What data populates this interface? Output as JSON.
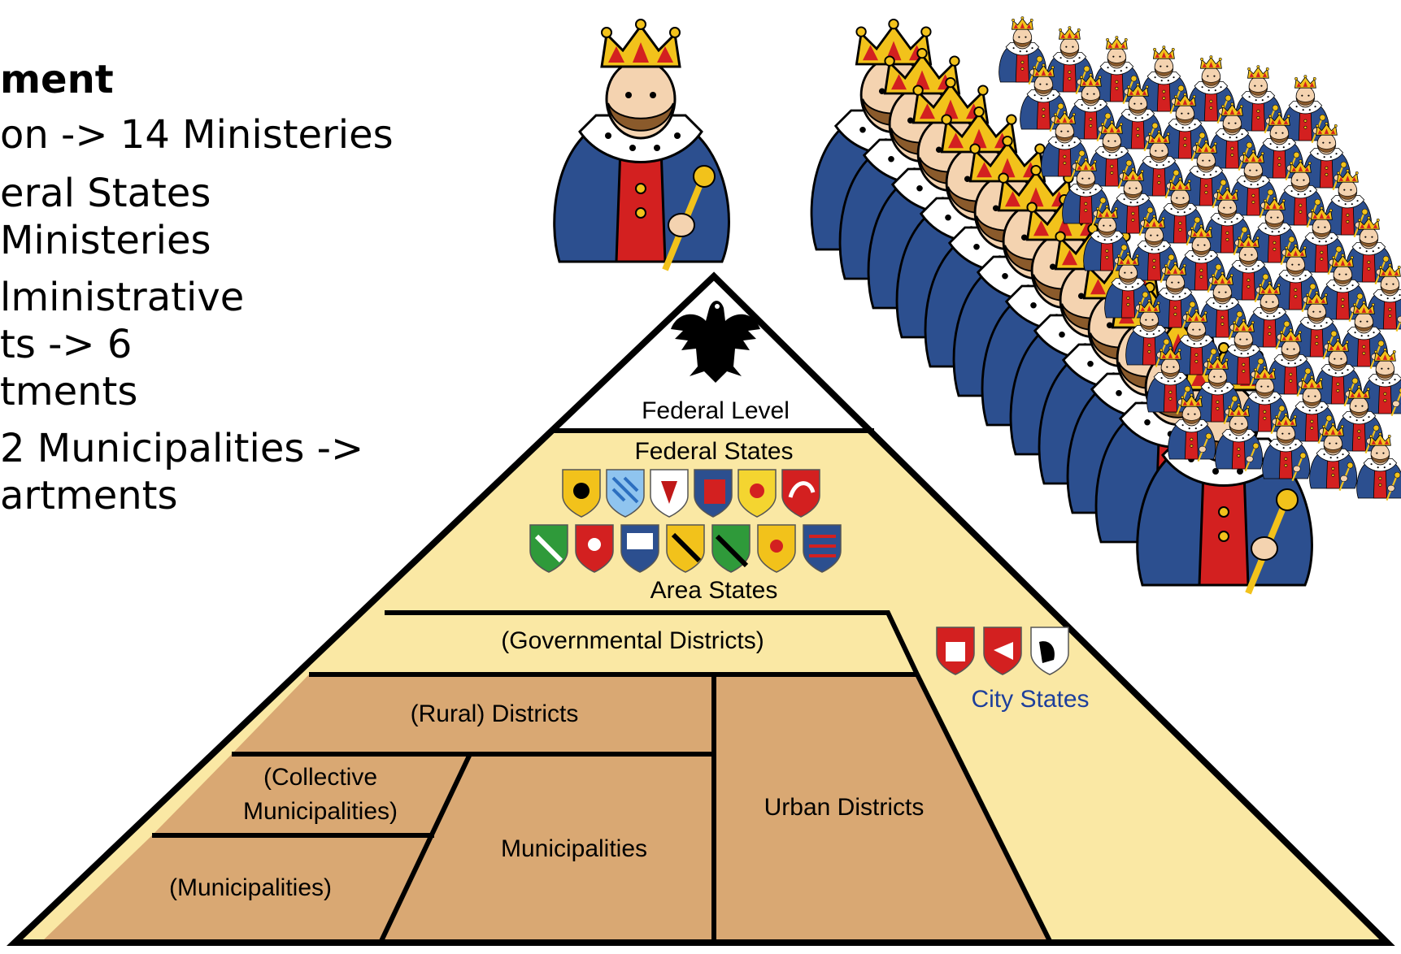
{
  "slide": {
    "heading": "ment",
    "lines": [
      "on -> 14 Ministeries",
      "eral States",
      "Ministeries",
      "lministrative",
      "ts -> 6",
      "tments",
      "2 Municipalities ->",
      "artments"
    ]
  },
  "pyramid": {
    "federal_level": "Federal Level",
    "federal_states": "Federal States",
    "area_states": "Area States",
    "governmental_districts": "(Governmental Districts)",
    "rural_districts": "(Rural) Districts",
    "collective_municipalities_line1": "(Collective",
    "collective_municipalities_line2": "Municipalities)",
    "municipalities_paren": "(Municipalities)",
    "municipalities": "Municipalities",
    "urban_districts": "Urban Districts",
    "city_states": "City States"
  },
  "colors": {
    "light_yellow": "#fae8a4",
    "tan": "#d9a873",
    "outline": "#000000",
    "king_robe": "#2c4f8f",
    "king_crown": "#f2c21b",
    "king_red": "#d32020"
  }
}
